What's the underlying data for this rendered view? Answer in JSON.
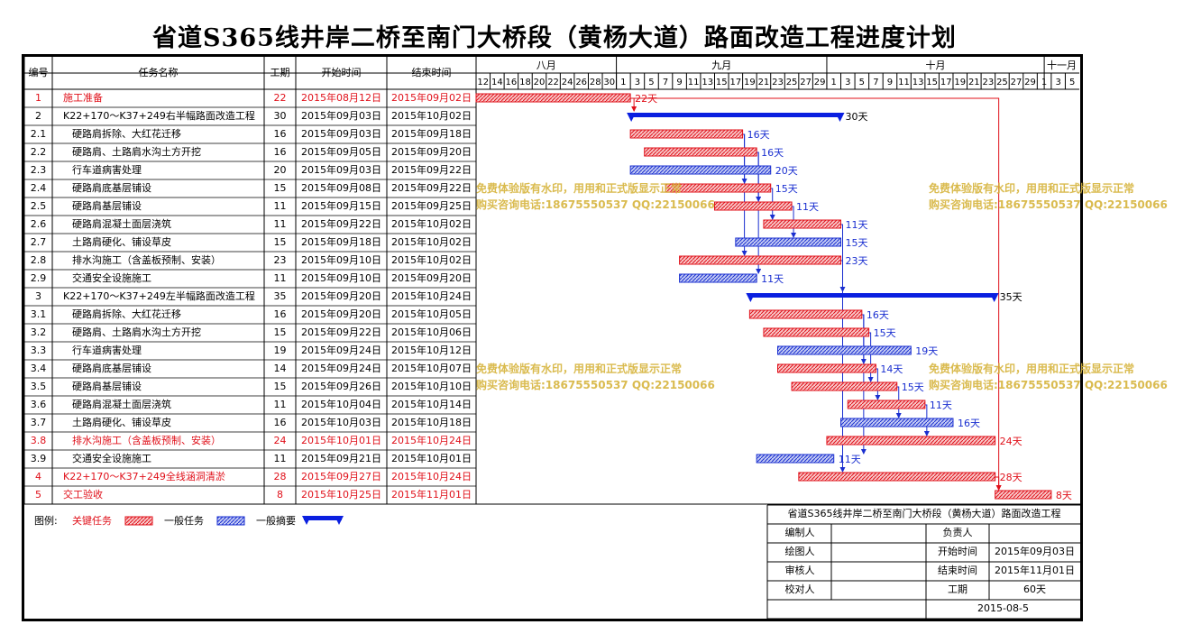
{
  "title": "省道S365线井岸二桥至南门大桥段（黄杨大道）路面改造工程进度计划",
  "columns": {
    "id": "编号",
    "name": "任务名称",
    "duration": "工期",
    "start": "开始时间",
    "end": "结束时间"
  },
  "months": [
    {
      "label": "八月",
      "start": "2015-08-12",
      "end": "2015-09-01"
    },
    {
      "label": "九月",
      "start": "2015-09-01",
      "end": "2015-10-01"
    },
    {
      "label": "十月",
      "start": "2015-10-01",
      "end": "2015-11-01"
    },
    {
      "label": "十一月",
      "start": "2015-11-01",
      "end": "2015-11-06"
    }
  ],
  "timeline": {
    "start": "2015-08-12",
    "end": "2015-11-06"
  },
  "day_ticks": [
    "12",
    "14",
    "16",
    "18",
    "20",
    "22",
    "24",
    "26",
    "28",
    "30",
    "1",
    "3",
    "5",
    "7",
    "9",
    "11",
    "13",
    "15",
    "17",
    "19",
    "21",
    "23",
    "25",
    "27",
    "29",
    "1",
    "3",
    "5",
    "7",
    "9",
    "11",
    "13",
    "15",
    "17",
    "19",
    "21",
    "23",
    "25",
    "27",
    "29",
    "1",
    "3",
    "5"
  ],
  "tasks": [
    {
      "id": "1",
      "name": "施工准备",
      "duration": "22",
      "start": "2015年08月12日",
      "end": "2015年09月02日",
      "s": "2015-08-12",
      "e": "2015-09-02",
      "type": "critical",
      "label": "22天",
      "indent": false
    },
    {
      "id": "2",
      "name": "K22+170～K37+249右半幅路面改造工程",
      "duration": "30",
      "start": "2015年09月03日",
      "end": "2015年10月02日",
      "s": "2015-09-03",
      "e": "2015-10-02",
      "type": "summary",
      "label": "30天",
      "indent": false
    },
    {
      "id": "2.1",
      "name": "硬路肩拆除、大红花迁移",
      "duration": "16",
      "start": "2015年09月03日",
      "end": "2015年09月18日",
      "s": "2015-09-03",
      "e": "2015-09-18",
      "type": "critical",
      "label": "16天",
      "indent": true
    },
    {
      "id": "2.2",
      "name": "硬路肩、土路肩水沟土方开挖",
      "duration": "16",
      "start": "2015年09月05日",
      "end": "2015年09月20日",
      "s": "2015-09-05",
      "e": "2015-09-20",
      "type": "critical",
      "label": "16天",
      "indent": true
    },
    {
      "id": "2.3",
      "name": "行车道病害处理",
      "duration": "20",
      "start": "2015年09月03日",
      "end": "2015年09月22日",
      "s": "2015-09-03",
      "e": "2015-09-22",
      "type": "normal",
      "label": "20天",
      "indent": true
    },
    {
      "id": "2.4",
      "name": "硬路肩底基层铺设",
      "duration": "15",
      "start": "2015年09月08日",
      "end": "2015年09月22日",
      "s": "2015-09-08",
      "e": "2015-09-22",
      "type": "critical",
      "label": "15天",
      "indent": true
    },
    {
      "id": "2.5",
      "name": "硬路肩基层铺设",
      "duration": "11",
      "start": "2015年09月15日",
      "end": "2015年09月25日",
      "s": "2015-09-15",
      "e": "2015-09-25",
      "type": "critical",
      "label": "11天",
      "indent": true
    },
    {
      "id": "2.6",
      "name": "硬路肩混凝土面层浇筑",
      "duration": "11",
      "start": "2015年09月22日",
      "end": "2015年10月02日",
      "s": "2015-09-22",
      "e": "2015-10-02",
      "type": "critical",
      "label": "11天",
      "indent": true
    },
    {
      "id": "2.7",
      "name": "土路肩硬化、铺设草皮",
      "duration": "15",
      "start": "2015年09月18日",
      "end": "2015年10月02日",
      "s": "2015-09-18",
      "e": "2015-10-02",
      "type": "normal",
      "label": "15天",
      "indent": true
    },
    {
      "id": "2.8",
      "name": "排水沟施工（含盖板预制、安装）",
      "duration": "23",
      "start": "2015年09月10日",
      "end": "2015年10月02日",
      "s": "2015-09-10",
      "e": "2015-10-02",
      "type": "critical",
      "label": "23天",
      "indent": true
    },
    {
      "id": "2.9",
      "name": "交通安全设施施工",
      "duration": "11",
      "start": "2015年09月10日",
      "end": "2015年09月20日",
      "s": "2015-09-10",
      "e": "2015-09-20",
      "type": "normal",
      "label": "11天",
      "indent": true
    },
    {
      "id": "3",
      "name": "K22+170～K37+249左半幅路面改造工程",
      "duration": "35",
      "start": "2015年09月20日",
      "end": "2015年10月24日",
      "s": "2015-09-20",
      "e": "2015-10-24",
      "type": "summary",
      "label": "35天",
      "indent": false
    },
    {
      "id": "3.1",
      "name": "硬路肩拆除、大红花迁移",
      "duration": "16",
      "start": "2015年09月20日",
      "end": "2015年10月05日",
      "s": "2015-09-20",
      "e": "2015-10-05",
      "type": "critical",
      "label": "16天",
      "indent": true
    },
    {
      "id": "3.2",
      "name": "硬路肩、土路肩水沟土方开挖",
      "duration": "15",
      "start": "2015年09月22日",
      "end": "2015年10月06日",
      "s": "2015-09-22",
      "e": "2015-10-06",
      "type": "critical",
      "label": "15天",
      "indent": true
    },
    {
      "id": "3.3",
      "name": "行车道病害处理",
      "duration": "19",
      "start": "2015年09月24日",
      "end": "2015年10月12日",
      "s": "2015-09-24",
      "e": "2015-10-12",
      "type": "normal",
      "label": "19天",
      "indent": true
    },
    {
      "id": "3.4",
      "name": "硬路肩底基层铺设",
      "duration": "14",
      "start": "2015年09月24日",
      "end": "2015年10月07日",
      "s": "2015-09-24",
      "e": "2015-10-07",
      "type": "critical",
      "label": "14天",
      "indent": true
    },
    {
      "id": "3.5",
      "name": "硬路肩基层铺设",
      "duration": "15",
      "start": "2015年09月26日",
      "end": "2015年10月10日",
      "s": "2015-09-26",
      "e": "2015-10-10",
      "type": "critical",
      "label": "15天",
      "indent": true
    },
    {
      "id": "3.6",
      "name": "硬路肩混凝土面层浇筑",
      "duration": "11",
      "start": "2015年10月04日",
      "end": "2015年10月14日",
      "s": "2015-10-04",
      "e": "2015-10-14",
      "type": "critical",
      "label": "11天",
      "indent": true
    },
    {
      "id": "3.7",
      "name": "土路肩硬化、铺设草皮",
      "duration": "16",
      "start": "2015年10月03日",
      "end": "2015年10月18日",
      "s": "2015-10-03",
      "e": "2015-10-18",
      "type": "normal",
      "label": "16天",
      "indent": true
    },
    {
      "id": "3.8",
      "name": "排水沟施工（含盖板预制、安装）",
      "duration": "24",
      "start": "2015年10月01日",
      "end": "2015年10月24日",
      "s": "2015-10-01",
      "e": "2015-10-24",
      "type": "critical",
      "label": "24天",
      "indent": true,
      "red": true
    },
    {
      "id": "3.9",
      "name": "交通安全设施施工",
      "duration": "11",
      "start": "2015年09月21日",
      "end": "2015年10月01日",
      "s": "2015-09-21",
      "e": "2015-10-01",
      "type": "normal",
      "label": "11天",
      "indent": true
    },
    {
      "id": "4",
      "name": "K22+170～K37+249全线涵洞清淤",
      "duration": "28",
      "start": "2015年09月27日",
      "end": "2015年10月24日",
      "s": "2015-09-27",
      "e": "2015-10-24",
      "type": "critical",
      "label": "28天",
      "indent": false,
      "red": true
    },
    {
      "id": "5",
      "name": "交工验收",
      "duration": "8",
      "start": "2015年10月25日",
      "end": "2015年11月01日",
      "s": "2015-10-25",
      "e": "2015-11-01",
      "type": "critical",
      "label": "8天",
      "indent": false,
      "red": true
    }
  ],
  "watermark": {
    "line1": "免费体验版有水印，用用和正式版显示正常",
    "line2": "购买咨询电话:18675550537 QQ:22150066"
  },
  "legend": {
    "label": "图例:",
    "critical": "关键任务",
    "normal": "一般任务",
    "summary": "一般摘要"
  },
  "info": {
    "project": "省道S365线井岸二桥至南门大桥段（黄杨大道）路面改造工程",
    "editor_label": "编制人",
    "editor_value": "",
    "owner_label": "负责人",
    "owner_value": "",
    "drawer_label": "绘图人",
    "drawer_value": "",
    "start_label": "开始时间",
    "start_value": "2015年09月03日",
    "reviewer_label": "审核人",
    "reviewer_value": "",
    "end_label": "结束时间",
    "end_value": "2015年11月01日",
    "checker_label": "校对人",
    "checker_value": "",
    "duration_label": "工期",
    "duration_value": "60天",
    "date": "2015-08-5"
  },
  "colors": {
    "critical": "#e0101a",
    "normal": "#1a2fd0",
    "summary": "#0a1fe0",
    "critical_fill": "#f6b7b7",
    "normal_fill": "#aab4f0"
  }
}
